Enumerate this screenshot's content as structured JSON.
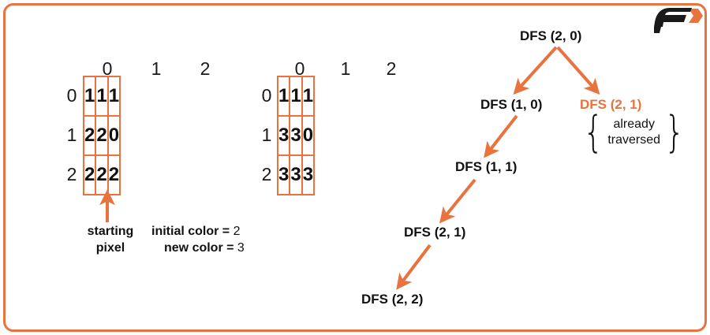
{
  "theme": {
    "accent": "#E8733E",
    "text": "#111111",
    "background": "#FFFFFF"
  },
  "logo": {
    "name": "favtutor-logo",
    "letter": "F"
  },
  "grids": [
    {
      "name": "grid-before",
      "col_headers": [
        "0",
        "1",
        "2"
      ],
      "row_headers": [
        "0",
        "1",
        "2"
      ],
      "cells": [
        [
          "1",
          "1",
          "1"
        ],
        [
          "2",
          "2",
          "0"
        ],
        [
          "2",
          "2",
          "2"
        ]
      ]
    },
    {
      "name": "grid-after",
      "col_headers": [
        "0",
        "1",
        "2"
      ],
      "row_headers": [
        "0",
        "1",
        "2"
      ],
      "cells": [
        [
          "1",
          "1",
          "1"
        ],
        [
          "3",
          "3",
          "0"
        ],
        [
          "3",
          "3",
          "3"
        ]
      ]
    }
  ],
  "captions": {
    "starting_pixel_line1": "starting",
    "starting_pixel_line2": "pixel",
    "initial_color_label": "initial color =",
    "initial_color_value": "2",
    "new_color_label": "new color =",
    "new_color_value": "3"
  },
  "tree": {
    "nodes": [
      {
        "id": "n-2-0",
        "label": "DFS (2, 0)",
        "highlight": false
      },
      {
        "id": "n-1-0",
        "label": "DFS (1, 0)",
        "highlight": false
      },
      {
        "id": "n-2-1-right",
        "label": "DFS (2, 1)",
        "highlight": true
      },
      {
        "id": "n-1-1",
        "label": "DFS (1, 1)",
        "highlight": false
      },
      {
        "id": "n-2-1",
        "label": "DFS (2, 1)",
        "highlight": false
      },
      {
        "id": "n-2-2",
        "label": "DFS (2, 2)",
        "highlight": false
      }
    ],
    "annotation": {
      "line1": "already",
      "line2": "traversed",
      "open_brace": "{",
      "close_brace": "}"
    }
  }
}
